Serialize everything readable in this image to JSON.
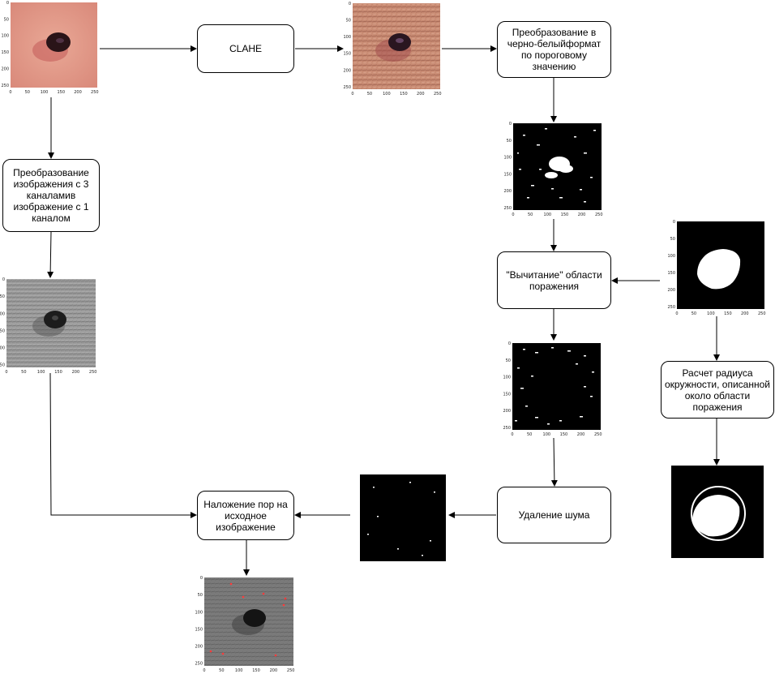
{
  "nodes": {
    "clahe": "CLAHE",
    "to_bw": "Преобразование в черно-белыйформат по пороговому значению",
    "to_one_channel": "Преобразование изображения с 3 каналамив изображение с 1 каналом",
    "subtract": "\"Вычитание\" области поражения",
    "radius": "Расчет радиуса окружности, описанной около области поражения",
    "denoise": "Удаление шума",
    "overlay": "Наложение пор на исходное изображение"
  },
  "axis_ticks": [
    "0",
    "50",
    "100",
    "150",
    "200",
    "250"
  ],
  "colors": {
    "skin": "#e7a08d",
    "lesion": "#2a1418",
    "mask_bg": "#000000",
    "mask_fg": "#ffffff",
    "pore": "#ff3a3a"
  }
}
